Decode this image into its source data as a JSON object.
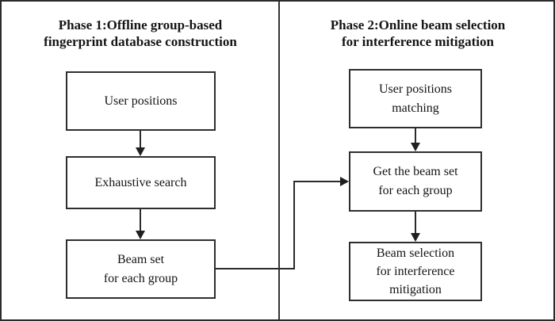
{
  "phase1": {
    "title": "Phase 1:Offline group-based\nfingerprint database construction",
    "boxes": [
      {
        "label": "User positions"
      },
      {
        "label": "Exhaustive search"
      },
      {
        "label": "Beam set\nfor each group"
      }
    ]
  },
  "phase2": {
    "title": "Phase 2:Online beam selection\nfor interference mitigation",
    "boxes": [
      {
        "label": "User positions\nmatching"
      },
      {
        "label": "Get the beam set\nfor each group"
      },
      {
        "label": "Beam selection\nfor interference\nmitigation"
      }
    ]
  },
  "colors": {
    "background": "#ffffff",
    "line": "#2b2b2b",
    "text": "#141414"
  }
}
